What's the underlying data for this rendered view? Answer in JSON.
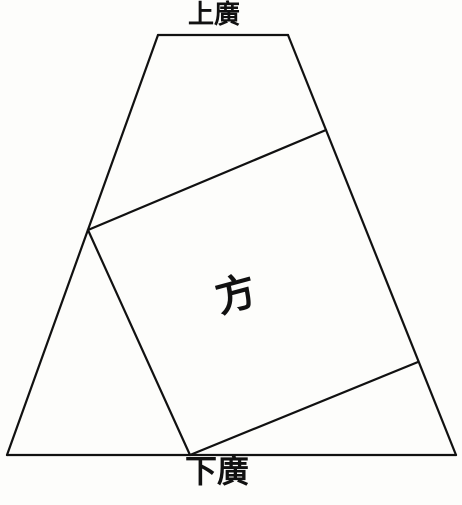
{
  "diagram": {
    "label_top": "上廣",
    "label_bottom": "下廣",
    "label_center": "方",
    "line_color": "#111111",
    "background_color": "#fdfdfb"
  }
}
